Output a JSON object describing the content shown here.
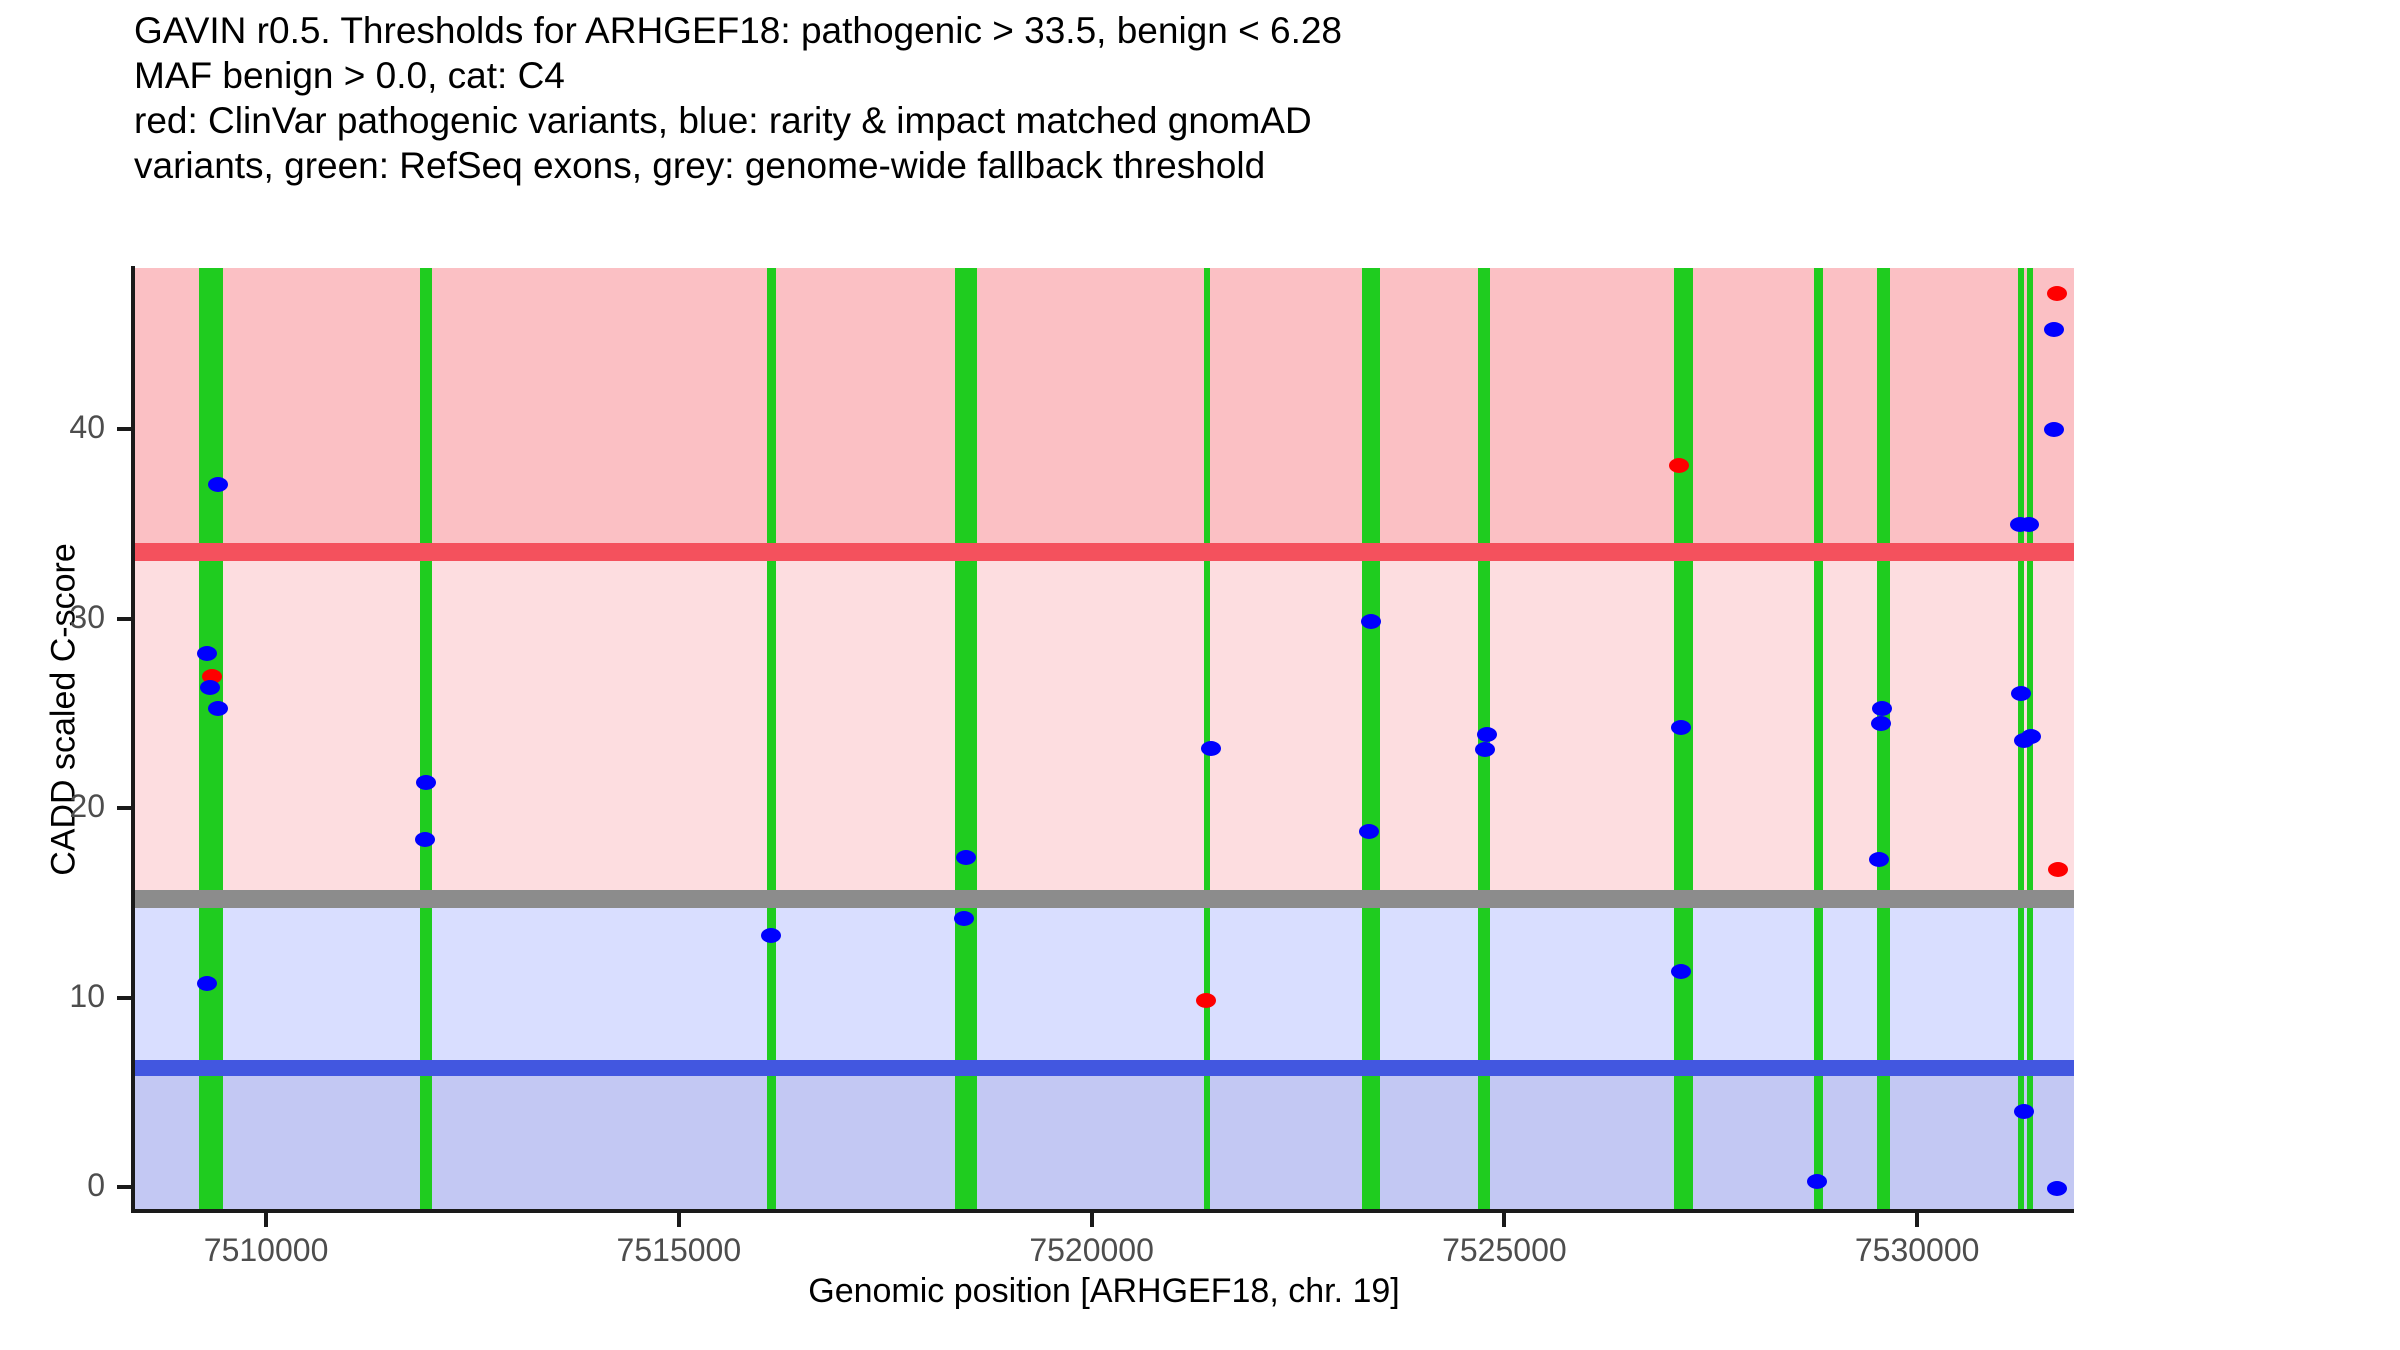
{
  "title": {
    "lines": [
      "GAVIN r0.5. Thresholds for ARHGEF18: pathogenic > 33.5, benign < 6.28",
      "MAF benign > 0.0, cat: C4",
      "red: ClinVar pathogenic variants, blue: rarity & impact matched gnomAD",
      "variants, green: RefSeq exons, grey: genome-wide fallback threshold"
    ]
  },
  "axes": {
    "y_title": "CADD scaled C-score",
    "x_title": "Genomic position [ARHGEF18, chr. 19]",
    "y_ticks": [
      0,
      10,
      20,
      30,
      40
    ],
    "x_ticks": [
      7510000,
      7515000,
      7520000,
      7525000,
      7530000
    ]
  },
  "colors": {
    "pathogenic_point": "#fe0000",
    "benign_point": "#0000fe",
    "exon": "#1fcc1f",
    "pathogenic_threshold_line": "#f4515d",
    "benign_threshold_line": "#4257e0",
    "fallback_threshold_line": "#8c8c8c",
    "band_upper_red": "#fbc0c4",
    "band_mid_red": "#fddde0",
    "band_upper_blue": "#d9deff",
    "band_lower_blue": "#c3c8f3"
  },
  "chart_data": {
    "type": "scatter",
    "title": "GAVIN r0.5. Thresholds for ARHGEF18: pathogenic > 33.5, benign < 6.28",
    "subtitle": "MAF benign > 0.0, cat: C4",
    "xlabel": "Genomic position [ARHGEF18, chr. 19]",
    "ylabel": "CADD scaled C-score",
    "xlim": [
      7508400,
      7531900
    ],
    "ylim": [
      -1.2,
      48.5
    ],
    "grid": false,
    "legend": "none",
    "thresholds": {
      "pathogenic": 33.5,
      "benign": 6.28,
      "genome_wide_fallback": 15.2
    },
    "bands": [
      {
        "name": "pathogenic-zone",
        "from": 33.5,
        "to": 48.5,
        "color": "#fbc0c4"
      },
      {
        "name": "vous-upper-zone",
        "from": 15.2,
        "to": 33.5,
        "color": "#fddde0"
      },
      {
        "name": "vous-lower-zone",
        "from": 6.28,
        "to": 15.2,
        "color": "#d9deff"
      },
      {
        "name": "benign-zone",
        "from": -1.2,
        "to": 6.28,
        "color": "#c3c8f3"
      }
    ],
    "exons": [
      {
        "start": 7509190,
        "end": 7509480
      },
      {
        "start": 7511870,
        "end": 7512010
      },
      {
        "start": 7516065,
        "end": 7516180
      },
      {
        "start": 7518340,
        "end": 7518610
      },
      {
        "start": 7521365,
        "end": 7521440
      },
      {
        "start": 7523275,
        "end": 7523490
      },
      {
        "start": 7524680,
        "end": 7524820
      },
      {
        "start": 7527055,
        "end": 7527290
      },
      {
        "start": 7528745,
        "end": 7528860
      },
      {
        "start": 7529510,
        "end": 7529670
      },
      {
        "start": 7531220,
        "end": 7531290
      },
      {
        "start": 7531330,
        "end": 7531400
      }
    ],
    "series": [
      {
        "name": "ClinVar pathogenic variants",
        "color": "#fe0000",
        "points": [
          {
            "x": 7509350,
            "y": 27.0
          },
          {
            "x": 7521390,
            "y": 9.9
          },
          {
            "x": 7527115,
            "y": 38.1
          },
          {
            "x": 7531700,
            "y": 47.2
          },
          {
            "x": 7531705,
            "y": 16.8
          }
        ]
      },
      {
        "name": "rarity & impact matched gnomAD variants",
        "color": "#0000fe",
        "points": [
          {
            "x": 7509420,
            "y": 37.1
          },
          {
            "x": 7509290,
            "y": 28.2
          },
          {
            "x": 7509320,
            "y": 26.4
          },
          {
            "x": 7509420,
            "y": 25.3
          },
          {
            "x": 7509290,
            "y": 10.8
          },
          {
            "x": 7511940,
            "y": 21.4
          },
          {
            "x": 7511930,
            "y": 18.4
          },
          {
            "x": 7516120,
            "y": 13.3
          },
          {
            "x": 7518480,
            "y": 17.4
          },
          {
            "x": 7518450,
            "y": 14.2
          },
          {
            "x": 7521450,
            "y": 23.2
          },
          {
            "x": 7523390,
            "y": 29.9
          },
          {
            "x": 7523360,
            "y": 18.8
          },
          {
            "x": 7524790,
            "y": 23.9
          },
          {
            "x": 7524770,
            "y": 23.1
          },
          {
            "x": 7527145,
            "y": 24.3
          },
          {
            "x": 7527135,
            "y": 11.4
          },
          {
            "x": 7528790,
            "y": 0.35
          },
          {
            "x": 7529570,
            "y": 25.3
          },
          {
            "x": 7529565,
            "y": 24.5
          },
          {
            "x": 7529540,
            "y": 17.3
          },
          {
            "x": 7531240,
            "y": 35.0
          },
          {
            "x": 7531350,
            "y": 35.0
          },
          {
            "x": 7531255,
            "y": 26.1
          },
          {
            "x": 7531290,
            "y": 23.6
          },
          {
            "x": 7531385,
            "y": 23.8
          },
          {
            "x": 7531655,
            "y": 45.3
          },
          {
            "x": 7531660,
            "y": 40.0
          },
          {
            "x": 7531290,
            "y": 4.0
          },
          {
            "x": 7531690,
            "y": -0.05
          }
        ]
      }
    ]
  }
}
